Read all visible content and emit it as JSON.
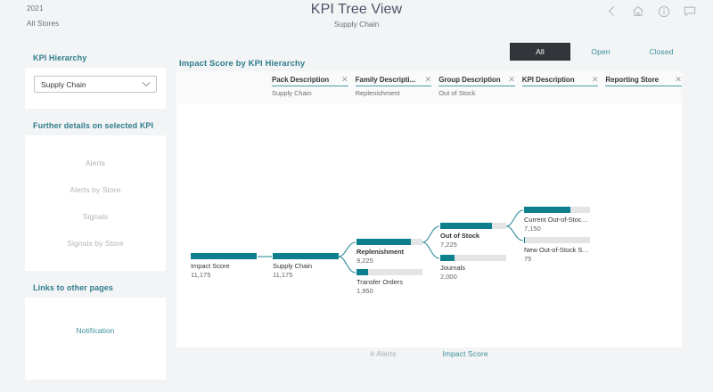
{
  "shell": {
    "context_lines": [
      "2021",
      "All Stores"
    ],
    "title": "KPI Tree View",
    "subtitle": "Supply Chain",
    "icons": [
      {
        "name": "back-chevron-icon",
        "label": "Back"
      },
      {
        "name": "home-icon",
        "label": "Home"
      },
      {
        "name": "info-icon",
        "label": "Information"
      },
      {
        "name": "feedback-icon",
        "label": "Feedback"
      }
    ]
  },
  "segmented": {
    "options": [
      "All",
      "Open",
      "Closed"
    ],
    "selected": "All"
  },
  "sidebar": {
    "hierarchy": {
      "title": "KPI Hierarchy",
      "select_value": "Supply Chain",
      "caret_icon": "chevron-down-icon"
    },
    "details": {
      "title": "Further details on selected KPI",
      "links": [
        {
          "label": "Alerts",
          "enabled": false
        },
        {
          "label": "Alerts by Store",
          "enabled": false
        },
        {
          "label": "Signals",
          "enabled": false
        },
        {
          "label": "Signals by Store",
          "enabled": false
        }
      ]
    },
    "other_pages": {
      "title": "Links to other pages",
      "links": [
        {
          "label": "Notification",
          "enabled": true
        }
      ]
    }
  },
  "main": {
    "title": "Impact Score by KPI Hierarchy",
    "filters": [
      {
        "label": "Pack Description",
        "value": "Supply Chain",
        "close_icon": "close-icon"
      },
      {
        "label": "Family Descripti...",
        "value": "Replenishment",
        "close_icon": "close-icon"
      },
      {
        "label": "Group Description",
        "value": "Out of Stock",
        "close_icon": "close-icon"
      },
      {
        "label": "KPI Description",
        "value": "",
        "close_icon": "close-icon"
      },
      {
        "label": "Reporting Store",
        "value": "",
        "close_icon": "close-icon"
      }
    ]
  },
  "chart_data": {
    "type": "bar",
    "title": "Impact Score by KPI Hierarchy",
    "metric": "Impact Score",
    "nodes": [
      {
        "id": "impact-score",
        "label": "Impact Score",
        "value": "11,175",
        "numeric": 11175,
        "fill_pct": 100,
        "selected": false,
        "level": 0
      },
      {
        "id": "supply-chain",
        "label": "Supply Chain",
        "value": "11,175",
        "numeric": 11175,
        "fill_pct": 100,
        "selected": false,
        "level": 1
      },
      {
        "id": "replenishment",
        "label": "Replenishment",
        "value": "9,225",
        "numeric": 9225,
        "fill_pct": 83,
        "selected": true,
        "level": 2
      },
      {
        "id": "transfer-orders",
        "label": "Transfer Orders",
        "value": "1,950",
        "numeric": 1950,
        "fill_pct": 17,
        "selected": false,
        "level": 2
      },
      {
        "id": "out-of-stock",
        "label": "Out of Stock",
        "value": "7,225",
        "numeric": 7225,
        "fill_pct": 78,
        "selected": true,
        "level": 3
      },
      {
        "id": "journals",
        "label": "Journals",
        "value": "2,000",
        "numeric": 2000,
        "fill_pct": 22,
        "selected": false,
        "level": 3
      },
      {
        "id": "current-out-of-stock",
        "label": "Current Out-of-Stock ...",
        "value": "7,150",
        "numeric": 7150,
        "fill_pct": 70,
        "selected": false,
        "level": 4
      },
      {
        "id": "new-out-of-stock",
        "label": "New Out-of-Stock Situ...",
        "value": "75",
        "numeric": 75,
        "fill_pct": 2,
        "selected": false,
        "level": 4
      }
    ],
    "edges": [
      {
        "from": "impact-score",
        "to": "supply-chain"
      },
      {
        "from": "supply-chain",
        "to": "replenishment"
      },
      {
        "from": "supply-chain",
        "to": "transfer-orders"
      },
      {
        "from": "replenishment",
        "to": "out-of-stock"
      },
      {
        "from": "replenishment",
        "to": "journals"
      },
      {
        "from": "out-of-stock",
        "to": "current-out-of-stock"
      },
      {
        "from": "out-of-stock",
        "to": "new-out-of-stock"
      }
    ],
    "colors": {
      "bar_fill": "#0d7f8d",
      "bar_track": "#e2e4e6",
      "link": "#2f8b99"
    }
  },
  "footer": {
    "tabs": [
      {
        "label": "# Alerts",
        "active": false
      },
      {
        "label": "Impact Score",
        "active": true
      }
    ]
  }
}
